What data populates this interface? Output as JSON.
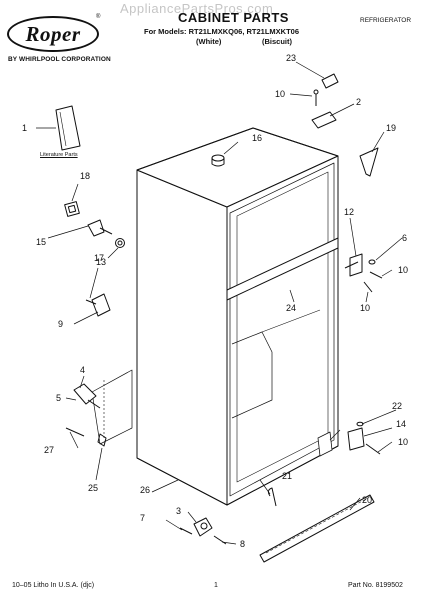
{
  "watermark": "AppliancePartsPros.com",
  "brand": {
    "logo_text": "Roper",
    "trademark": "®",
    "subtitle": "BY WHIRLPOOL CORPORATION"
  },
  "header": {
    "title": "CABINET PARTS",
    "models_line": "For Models: RT21LMXKQ06, RT21LMXKT06",
    "variant_1": "(White)",
    "variant_2": "(Biscuit)",
    "category": "REFRIGERATOR"
  },
  "literature_label": "Literature Parts",
  "callouts": [
    "1",
    "2",
    "3",
    "4",
    "5",
    "6",
    "7",
    "8",
    "9",
    "10",
    "10",
    "10",
    "10",
    "12",
    "13",
    "14",
    "15",
    "16",
    "17",
    "18",
    "19",
    "20",
    "21",
    "22",
    "23",
    "24",
    "25",
    "26",
    "27"
  ],
  "footer": {
    "left": "10–05 Litho In U.S.A. (djc)",
    "page": "1",
    "part_no": "Part No. 8199502"
  }
}
